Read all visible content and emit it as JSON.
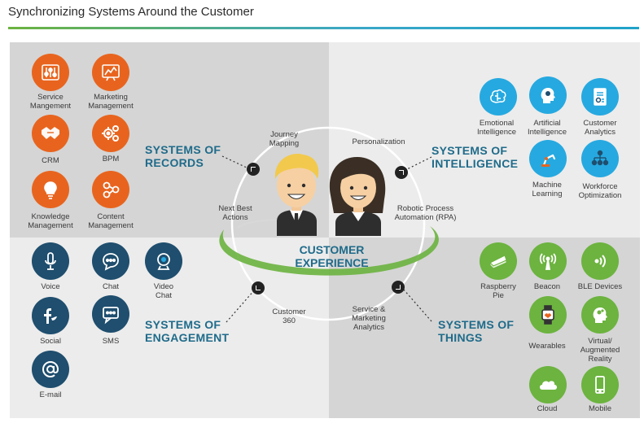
{
  "title": "Synchronizing Systems Around the Customer",
  "center": {
    "line1": "CUSTOMER",
    "line2": "EXPERIENCE"
  },
  "systems": {
    "records": {
      "line1": "SYSTEMS OF",
      "line2": "RECORDS"
    },
    "intelligence": {
      "line1": "SYSTEMS OF",
      "line2": "INTELLIGENCE"
    },
    "engagement": {
      "line1": "SYSTEMS OF",
      "line2": "ENGAGEMENT"
    },
    "things": {
      "line1": "SYSTEMS OF",
      "line2": "THINGS"
    }
  },
  "ring_labels": {
    "journey": [
      "Journey",
      "Mapping"
    ],
    "personalization": [
      "Personalization"
    ],
    "next_best": [
      "Next Best",
      "Actions"
    ],
    "rpa": [
      "Robotic Process",
      "Automation (RPA)"
    ],
    "customer360": [
      "Customer",
      "360"
    ],
    "service_marketing": [
      "Service &",
      "Marketing",
      "Analytics"
    ]
  },
  "records_icons": [
    {
      "icon": "service-management-icon",
      "label": [
        "Service",
        "Mangement"
      ]
    },
    {
      "icon": "marketing-management-icon",
      "label": [
        "Marketing",
        "Management"
      ]
    },
    {
      "icon": "crm-handshake-icon",
      "label": [
        "CRM"
      ]
    },
    {
      "icon": "bpm-gears-icon",
      "label": [
        "BPM"
      ]
    },
    {
      "icon": "lightbulb-icon",
      "label": [
        "Knowledge",
        "Management"
      ]
    },
    {
      "icon": "content-management-icon",
      "label": [
        "Content",
        "Management"
      ]
    }
  ],
  "intelligence_icons": [
    {
      "icon": "brain-icon",
      "label": [
        "Emotional",
        "Intelligence"
      ]
    },
    {
      "icon": "ai-head-icon",
      "label": [
        "Artificial",
        "Intelligence"
      ]
    },
    {
      "icon": "analytics-doc-icon",
      "label": [
        "Customer",
        "Analytics"
      ]
    },
    {
      "icon": "robot-arm-icon",
      "label": [
        "Machine",
        "Learning"
      ]
    },
    {
      "icon": "org-chart-icon",
      "label": [
        "Workforce",
        "Optimization"
      ]
    }
  ],
  "engagement_icons": [
    {
      "icon": "microphone-icon",
      "label": [
        "Voice"
      ]
    },
    {
      "icon": "chat-bubble-icon",
      "label": [
        "Chat"
      ]
    },
    {
      "icon": "webcam-icon",
      "label": [
        "Video",
        "Chat"
      ]
    },
    {
      "icon": "social-icon",
      "label": [
        "Social"
      ]
    },
    {
      "icon": "sms-icon",
      "label": [
        "SMS"
      ]
    },
    {
      "icon": "at-sign-icon",
      "label": [
        "E-mail"
      ]
    }
  ],
  "things_icons": [
    {
      "icon": "pie-slice-icon",
      "label": [
        "Raspberry",
        "Pie"
      ]
    },
    {
      "icon": "beacon-icon",
      "label": [
        "Beacon"
      ]
    },
    {
      "icon": "ble-icon",
      "label": [
        "BLE Devices"
      ]
    },
    {
      "icon": "smartwatch-icon",
      "label": [
        "Wearables"
      ]
    },
    {
      "icon": "vr-head-icon",
      "label": [
        "Virtual/",
        "Augmented",
        "Reality"
      ]
    },
    {
      "icon": "cloud-icon",
      "label": [
        "Cloud"
      ]
    },
    {
      "icon": "mobile-phone-icon",
      "label": [
        "Mobile"
      ]
    }
  ],
  "colors": {
    "orange": "#e8641e",
    "navy": "#1f4e6e",
    "cyan": "#26a9e0",
    "green": "#6cb33f",
    "heading": "#1f6b8a"
  }
}
